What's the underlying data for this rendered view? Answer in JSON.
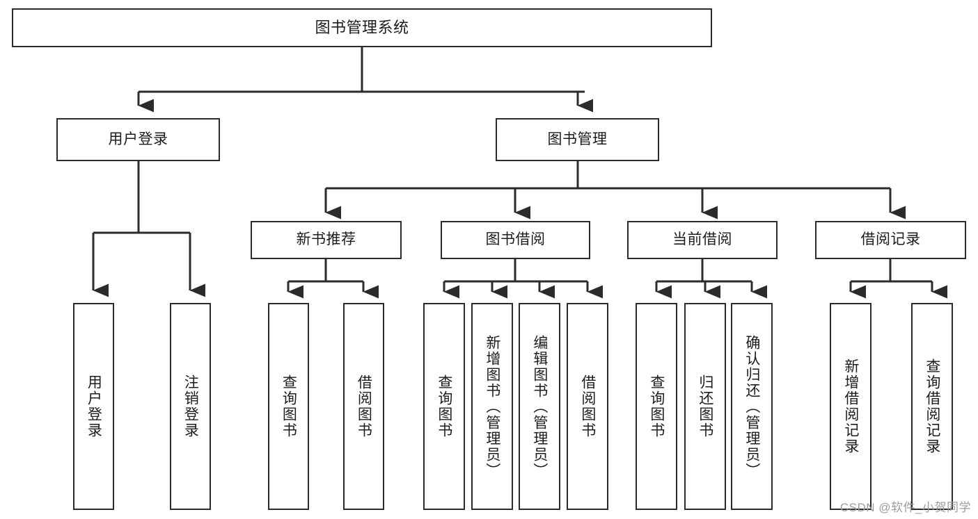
{
  "diagram": {
    "title": "图书管理系统",
    "watermark": "CSDN @软件_小贺同学",
    "line_color": "#2b2b2b",
    "box_fill": "#ffffff",
    "text_color": "#1c1c1c",
    "nodes": {
      "root": "图书管理系统",
      "user_login": "用户登录",
      "book_manage": "图书管理",
      "new_book_rec": "新书推荐",
      "book_borrow": "图书借阅",
      "current_borrow": "当前借阅",
      "borrow_record": "借阅记录",
      "leaf_user_login": "用户登录",
      "leaf_logout": "注销登录",
      "leaf_query_book_1": "查询图书",
      "leaf_borrow_book_1": "借阅图书",
      "leaf_query_book_2": "查询图书",
      "leaf_add_book": "新增图书（管理员）",
      "leaf_edit_book": "编辑图书（管理员）",
      "leaf_borrow_book_2": "借阅图书",
      "leaf_query_book_3": "查询图书",
      "leaf_return_book": "归还图书",
      "leaf_confirm_return": "确认归还（管理员）",
      "leaf_add_record": "新增借阅记录",
      "leaf_query_record": "查询借阅记录"
    }
  }
}
